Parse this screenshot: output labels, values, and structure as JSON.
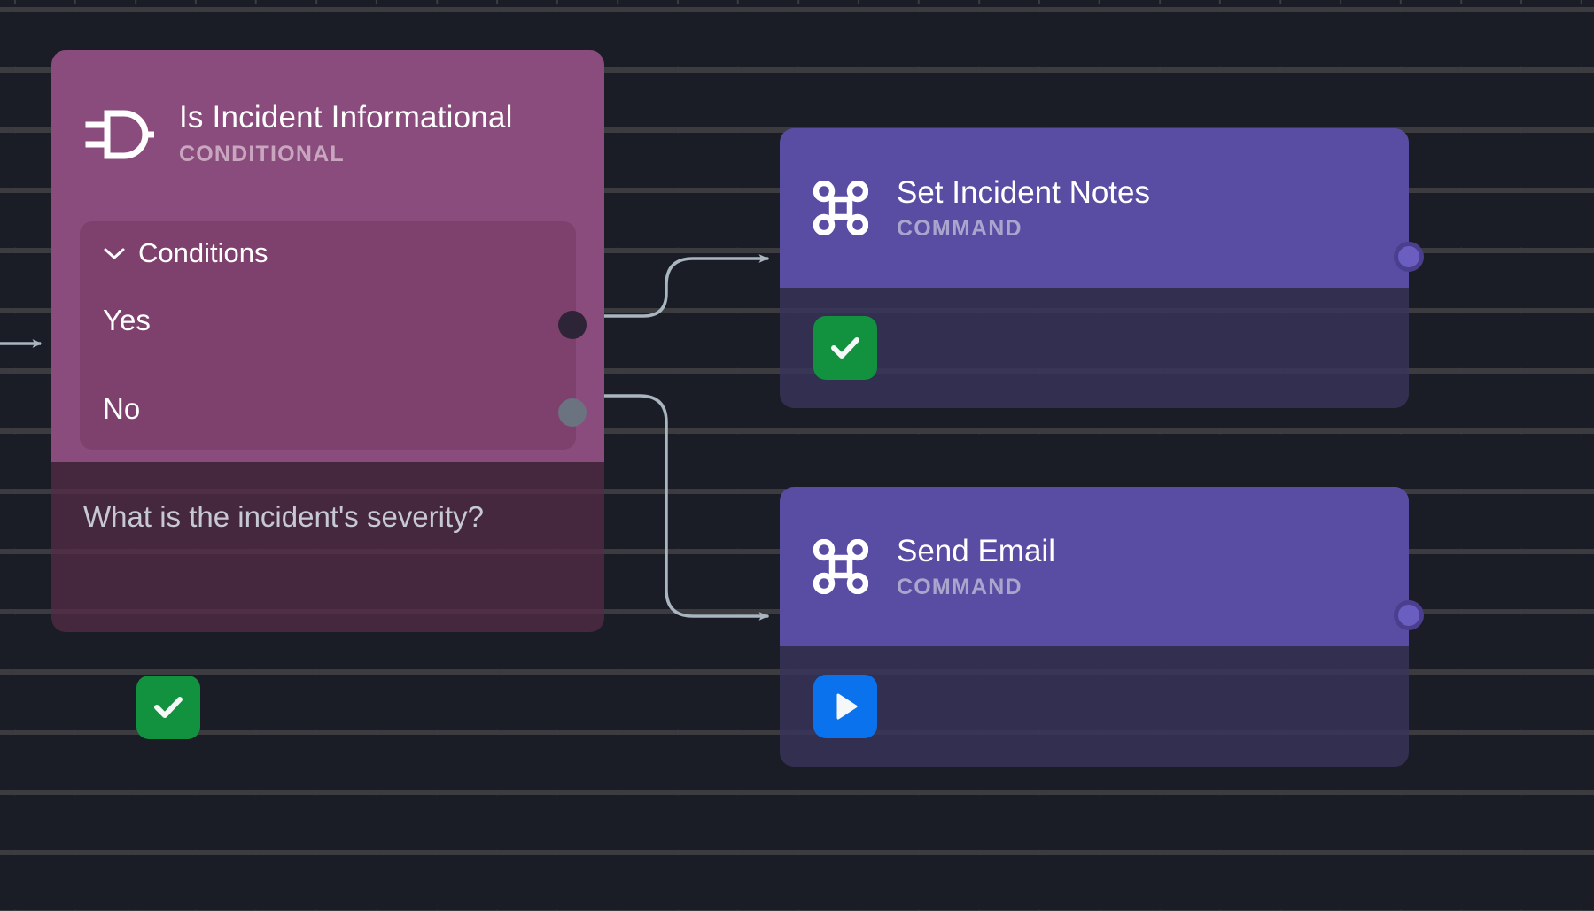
{
  "canvas": {
    "background_color": "#1a1d25",
    "grid_dot_color": "#3c3c42",
    "edge_color": "#a9b5bf"
  },
  "nodes": [
    {
      "id": "is-incident-informational",
      "title": "Is Incident Informational",
      "subtitle": "CONDITIONAL",
      "icon": "logic-gate-icon",
      "header_color": "#8a4c7c",
      "body_color": "#562b48",
      "conditions": {
        "label": "Conditions",
        "collapse_icon": "chevron-down-icon",
        "rows": [
          {
            "label": "Yes",
            "port_color": "#2e2438",
            "port_state": "connected"
          },
          {
            "label": "No",
            "port_color": "#6b7280",
            "port_state": "connected"
          }
        ]
      },
      "question": "What is the incident's severity?",
      "status_chip": {
        "icon": "check-icon",
        "color": "#12913f",
        "name": "success-status"
      }
    },
    {
      "id": "set-incident-notes",
      "title": "Set Incident Notes",
      "subtitle": "COMMAND",
      "icon": "command-icon",
      "header_color": "#584ca3",
      "body_color": "#38345c",
      "status_chip": {
        "icon": "check-icon",
        "color": "#12913f",
        "name": "success-status"
      },
      "output_port_color": "#6a5ec0"
    },
    {
      "id": "send-email",
      "title": "Send Email",
      "subtitle": "COMMAND",
      "icon": "command-icon",
      "header_color": "#584ca3",
      "body_color": "#38345c",
      "status_chip": {
        "icon": "play-icon",
        "color": "#0b72ee",
        "name": "run-status"
      },
      "output_port_color": "#6a5ec0"
    }
  ],
  "edges": [
    {
      "from": "input",
      "to": "is-incident-informational",
      "label": ""
    },
    {
      "from": "is-incident-informational.Yes",
      "to": "set-incident-notes",
      "label": ""
    },
    {
      "from": "is-incident-informational.No",
      "to": "send-email",
      "label": ""
    }
  ]
}
